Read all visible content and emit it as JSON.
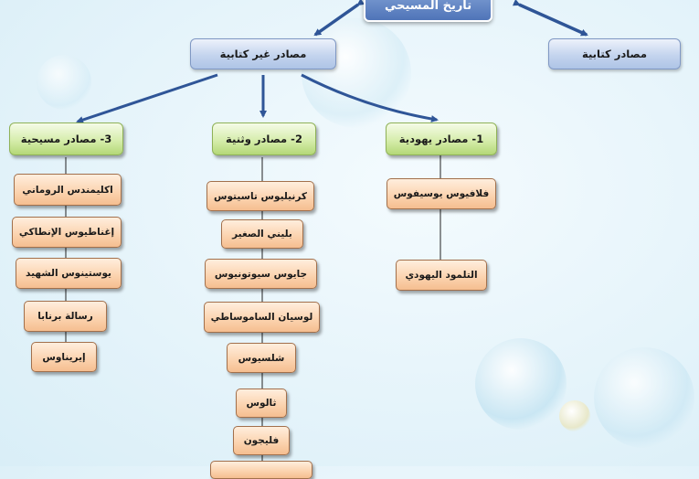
{
  "root": {
    "label": "تاريخ المسيحي"
  },
  "level1": {
    "written": "مصادر كتابية",
    "non_written": "مصادر غير كتابية"
  },
  "categories": {
    "jewish": "1- مصادر يهودية",
    "pagan": "2- مصادر وثنية",
    "christian": "3- مصادر مسيحية"
  },
  "jewish_sources": [
    "فلافيوس يوسيفوس",
    "التلمود اليهودي"
  ],
  "pagan_sources": [
    "كرنيليوس تاسيتوس",
    "بليني الصغير",
    "جايوس سيوتونيوس",
    "لوسيان الساموساطي",
    "شلسيوس",
    "ثالوس",
    "فليجون",
    ""
  ],
  "christian_sources": [
    "اكليمندس الروماني",
    "إغناطيوس الإنطاكي",
    "يوستينوس الشهيد",
    "رسالة برنابا",
    "إيريناوس"
  ],
  "colors": {
    "root": "#4f74b8",
    "level1": "#c4d4ee",
    "category": "#d6edac",
    "source": "#fbd2ad",
    "arrow": "#2f5597"
  }
}
